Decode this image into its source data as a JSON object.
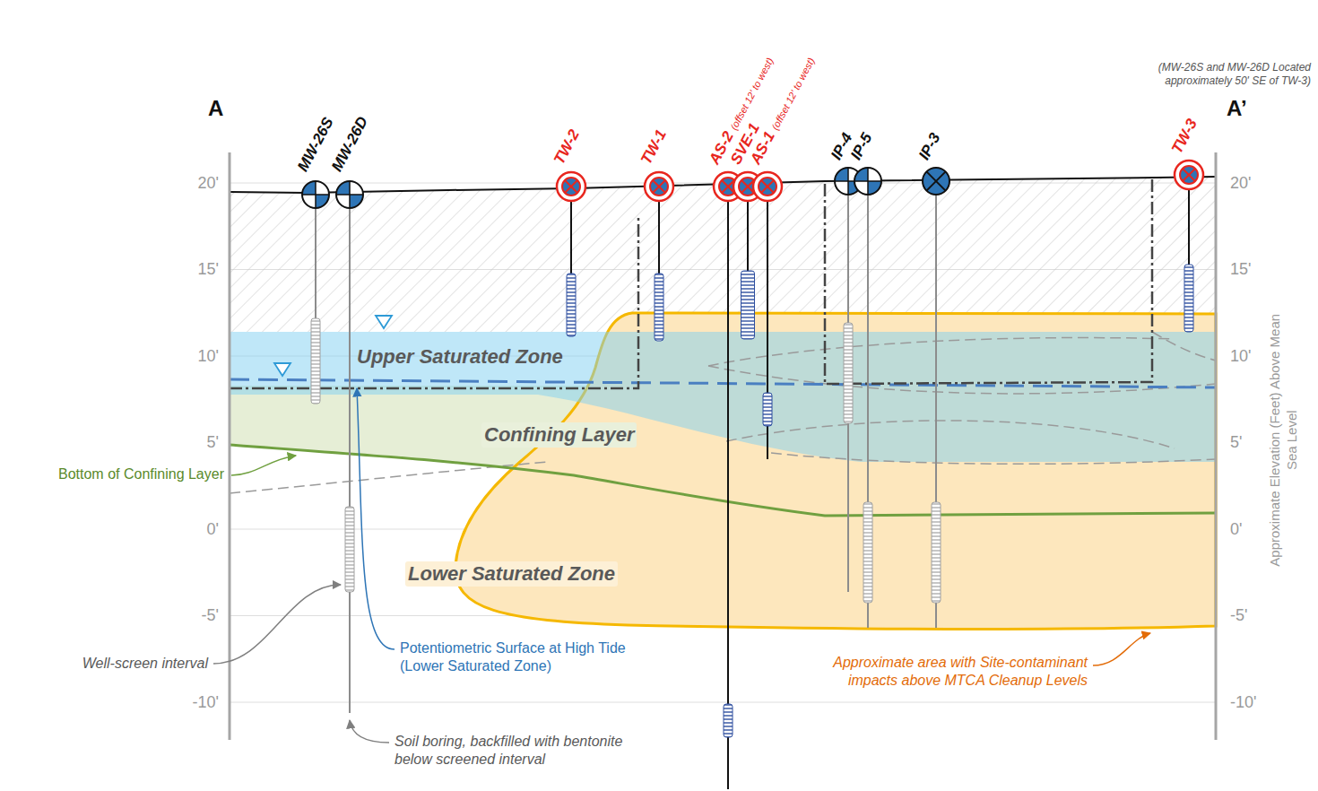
{
  "diagram": {
    "labels": [
      "A",
      "MW-26S",
      "MW-26D",
      "TW-2",
      "TW-1",
      "AS-2",
      "(offset 12' to west)",
      "SVE-1",
      "AS-1",
      "(offset 12' to west)",
      "IP-4",
      "IP-5",
      "IP-3",
      "TW-3",
      "(MW-26S and MW-26D Located approximately 50' SE of TW-3)",
      "A’",
      "20'",
      "15'",
      "10'",
      "5'",
      "0'",
      "-5'",
      "-10'",
      "20'",
      "15'",
      "10'",
      "5'",
      "0'",
      "-5'",
      "-10'",
      "Approximate Elevation (Feet) Above Mean Sea Level",
      "Upper Saturated Zone",
      "Confining Layer",
      "Lower Saturated Zone",
      "Bottom of Confining Layer",
      "Well-screen interval",
      "Potentiometric Surface at High Tide (Lower Saturated Zone)",
      "Approximate area with Site-contaminant impacts above MTCA Cleanup Levels",
      "Soil boring, backfilled with bentonite below screened interval"
    ]
  }
}
